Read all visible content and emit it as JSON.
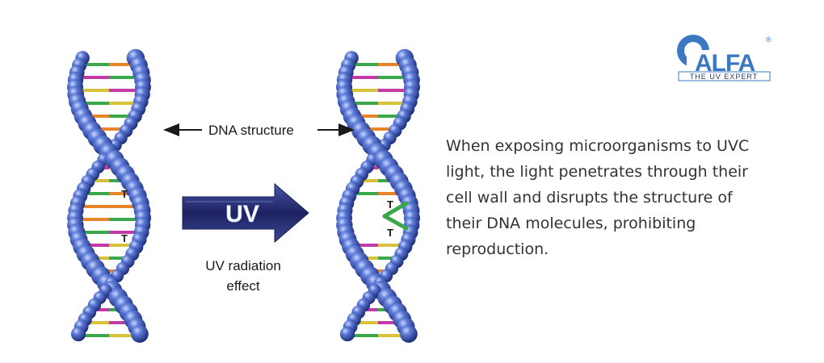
{
  "diagram": {
    "dna_label": "DNA structure",
    "uv_label": "UV",
    "effect_line1": "UV radiation",
    "effect_line2": "effect",
    "base_T": "T",
    "description_lines": [
      "When exposing microorganisms to UVC",
      "light, the light penetrates through their",
      "cell wall and disrupts the structure of",
      "their DNA molecules, prohibiting",
      "reproduction."
    ]
  },
  "logo": {
    "name": "ALFA",
    "tagline": "THE UV EXPERT",
    "registered": "®"
  },
  "colors": {
    "backbone": "#3f5db8",
    "uv_arrow": "#2a2f6e",
    "rung_orange": "#e8842a",
    "rung_green": "#3aa84a",
    "rung_magenta": "#c23aa8",
    "rung_yellow": "#d8c23a",
    "logo_blue": "#3a78c2"
  }
}
